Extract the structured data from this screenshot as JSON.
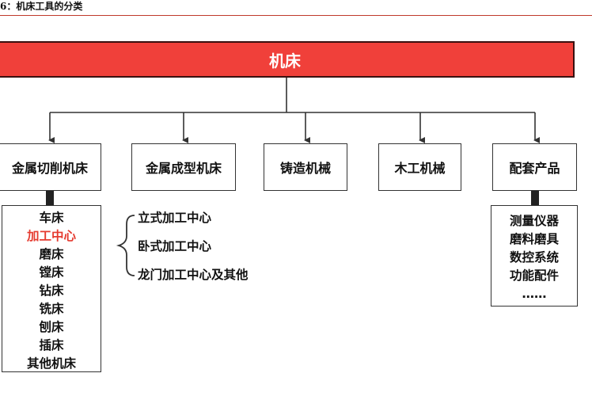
{
  "caption": "6：机床工具的分类",
  "root": {
    "label": "机床"
  },
  "categories": [
    {
      "label": "金属切削机床"
    },
    {
      "label": "金属成型机床"
    },
    {
      "label": "铸造机械"
    },
    {
      "label": "木工机械"
    },
    {
      "label": "配套产品"
    }
  ],
  "cutting_types": [
    "车床",
    "加工中心",
    "磨床",
    "镗床",
    "钻床",
    "铣床",
    "刨床",
    "插床",
    "其他机床"
  ],
  "cutting_highlight": "加工中心",
  "machining_center_types": [
    "立式加工中心",
    "卧式加工中心",
    "龙门加工中心及其他"
  ],
  "supporting_products": [
    "测量仪器",
    "磨料磨具",
    "数控系统",
    "功能配件",
    "……"
  ],
  "colors": {
    "root_fill": "#f0403a",
    "highlight_text": "#e53a2f",
    "caption_rule": "#c0392b"
  }
}
